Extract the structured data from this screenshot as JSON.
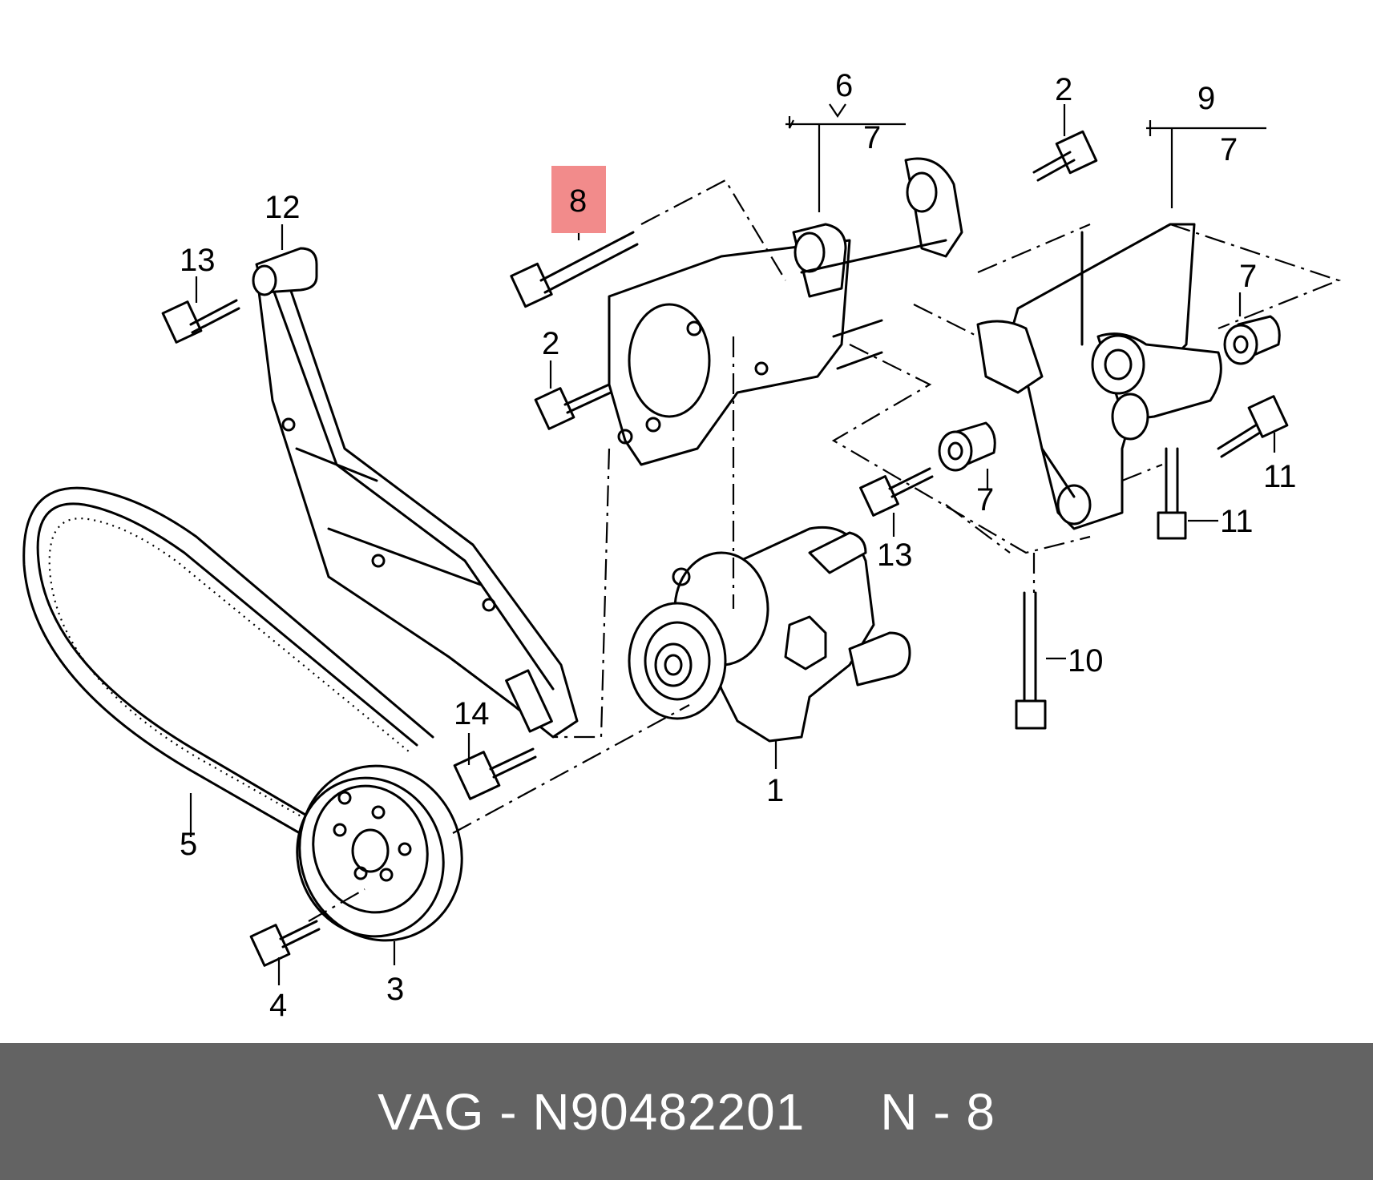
{
  "diagram": {
    "callouts": {
      "c1": "1",
      "c2a": "2",
      "c2b": "2",
      "c3": "3",
      "c4": "4",
      "c5": "5",
      "c6": "6",
      "c7a": "7",
      "c7b": "7",
      "c7c": "7",
      "c7d": "7",
      "c8": "8",
      "c9": "9",
      "c10": "10",
      "c11a": "11",
      "c11b": "11",
      "c12": "12",
      "c13a": "13",
      "c13b": "13",
      "c14": "14"
    },
    "highlighted_callout": "8",
    "highlight_color": "#f28b8b"
  },
  "footer": {
    "text": "VAG - N90482201     N - 8",
    "background": "#636363",
    "text_color": "#ffffff"
  }
}
